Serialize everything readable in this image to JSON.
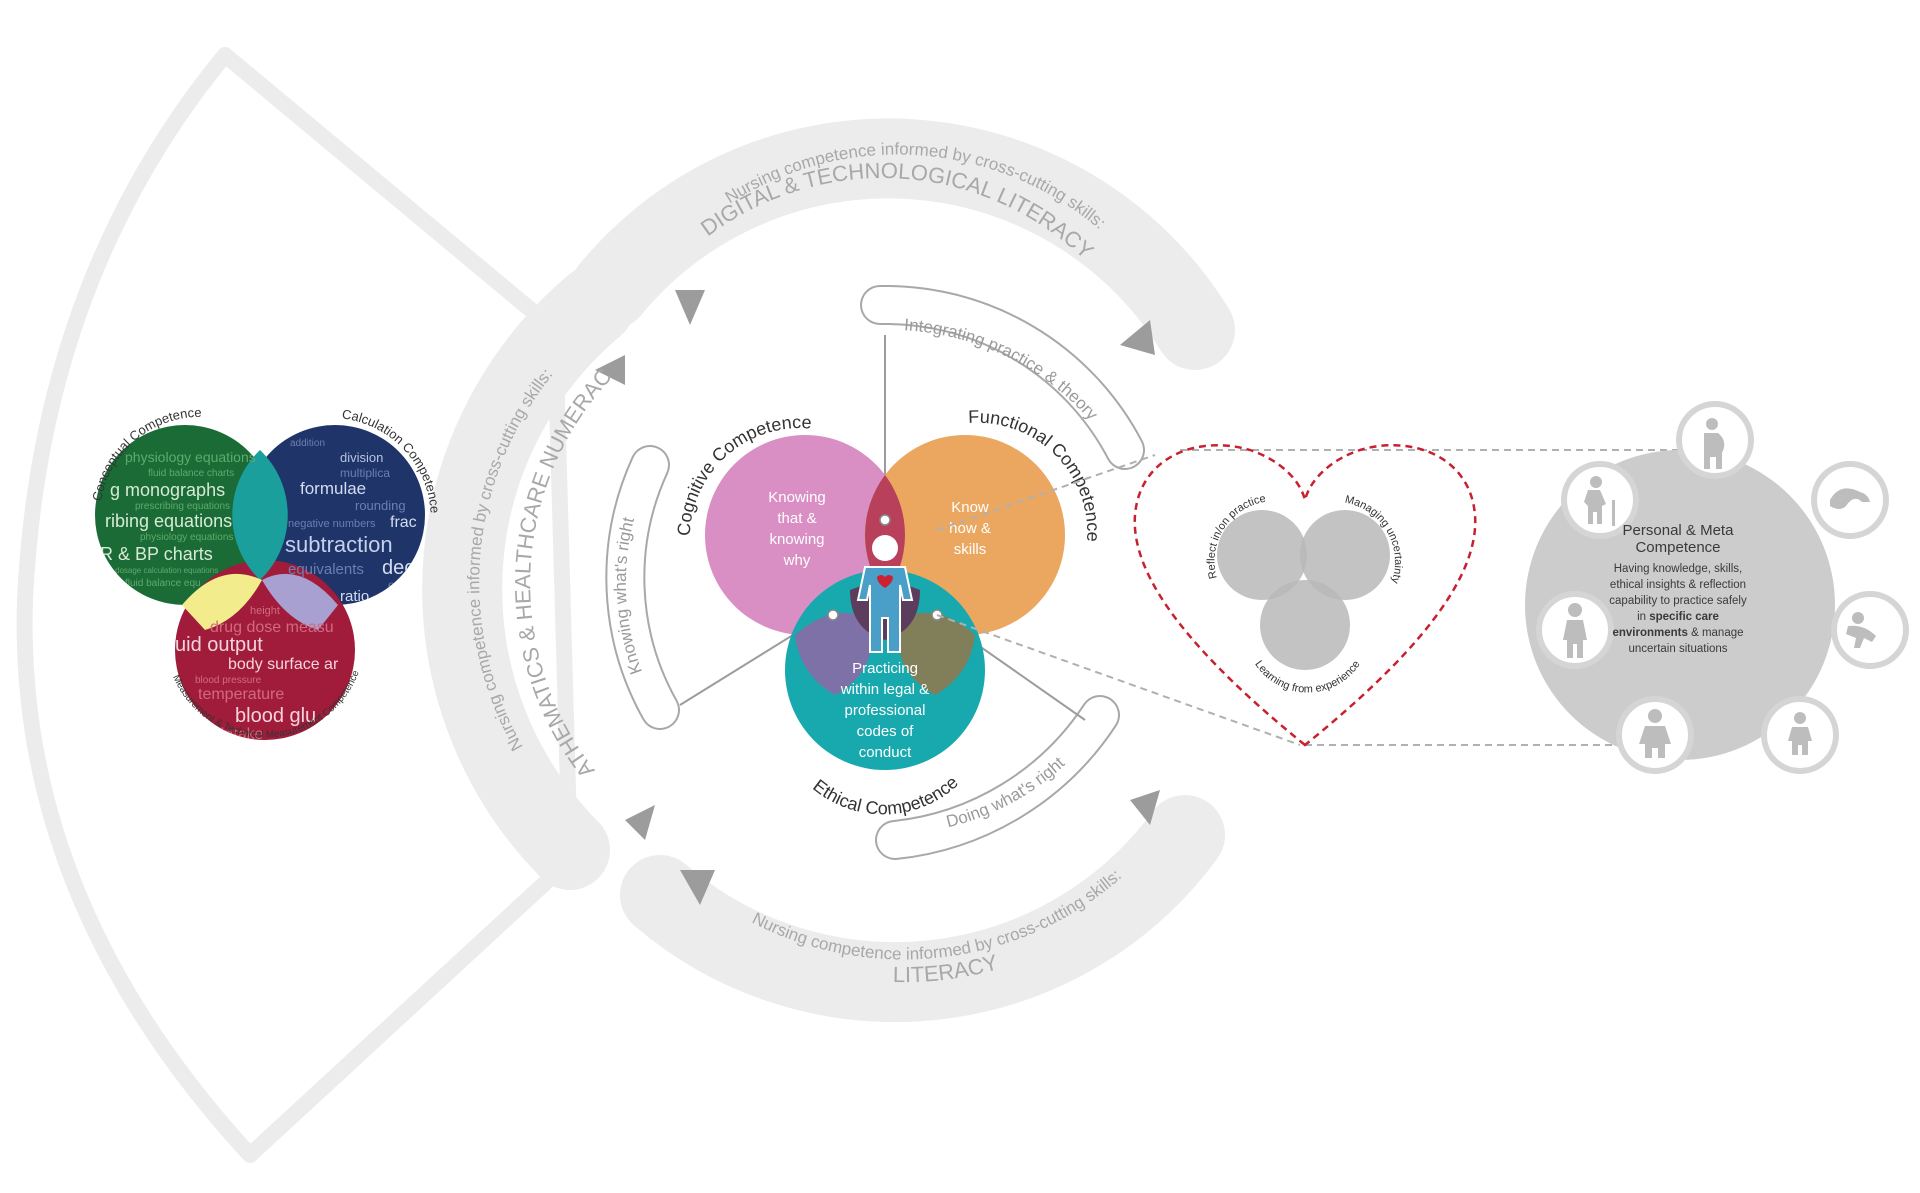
{
  "arcs": {
    "top_small": "Nursing competence informed by cross-cutting skills:",
    "top_big": "DIGITAL & TECHNOLOGICAL LITERACY",
    "left_small": "Nursing competence informed by cross-cutting skills:",
    "left_big": "MATHEMATICS & HEALTHCARE NUMERACY",
    "bottom_small": "Nursing competence informed by cross-cutting skills:",
    "bottom_big": "LITERACY"
  },
  "pills": {
    "integrating": "Integrating practice & theory",
    "knowing_right": "Knowing what's right",
    "doing_right": "Doing what's right"
  },
  "competences": {
    "cognitive": {
      "title": "Cognitive Competence",
      "lines": [
        "Knowing",
        "that &",
        "knowing",
        "why"
      ],
      "color": "#d98fc4"
    },
    "functional": {
      "title": "Functional Competence",
      "lines": [
        "Know",
        "how &",
        "skills"
      ],
      "color": "#eba760"
    },
    "ethical": {
      "title": "Ethical Competence",
      "lines": [
        "Practicing",
        "within legal &",
        "professional",
        "codes of",
        "conduct"
      ],
      "color": "#17a9ad"
    }
  },
  "numeracy_venn": {
    "conceptual": {
      "title": "Conceptual Competence",
      "color": "#1a6b35"
    },
    "calculation": {
      "title": "Calculation Competence",
      "color": "#1f3468"
    },
    "measurement": {
      "title": "Measurement & Technical Measurement Competence",
      "color": "#a11c3a"
    },
    "words_green": [
      "physiology equations",
      "fluid balance charts",
      "g monographs",
      "prescribing equations",
      "ribing equations",
      "physiology equations",
      "R & BP charts",
      "dosage calculation equations",
      "fluid balance equ"
    ],
    "words_blue": [
      "addition",
      "division",
      "multiplica",
      "formulae",
      "rounding",
      "negative numbers",
      "frac",
      "subtraction",
      "equivalents",
      "dec",
      "equatio",
      "ratio"
    ],
    "words_red": [
      "height",
      "drug dose measu",
      "uid output",
      "body surface ar",
      "blood pressure",
      "temperature",
      "blood glu",
      "uid intake",
      "lochus"
    ]
  },
  "reflection_venn": {
    "reflect": "Reflect in/on practice",
    "managing": "Managing uncertainty",
    "learning": "Learning from experience"
  },
  "meta": {
    "title_line1": "Personal & Meta",
    "title_line2": "Competence",
    "body_line1": "Having knowledge, skills,",
    "body_line2": "ethical insights & reflection",
    "body_line3": "capability to practice safely",
    "body_line4_pre": "in ",
    "body_line4_bold": "specific care",
    "body_line5_bold": "environments",
    "body_line5_post": " & manage",
    "body_line6": "uncertain situations",
    "icons": [
      "pregnant-person-icon",
      "infant-icon",
      "crawling-baby-icon",
      "toddler-icon",
      "child-icon",
      "adult-icon",
      "elderly-person-icon"
    ]
  },
  "colors": {
    "arc_gray": "#ebebeb",
    "pill_stroke": "#a8a8a8",
    "heart_red": "#c8202f",
    "venn_gray": "#b8b8b8"
  }
}
